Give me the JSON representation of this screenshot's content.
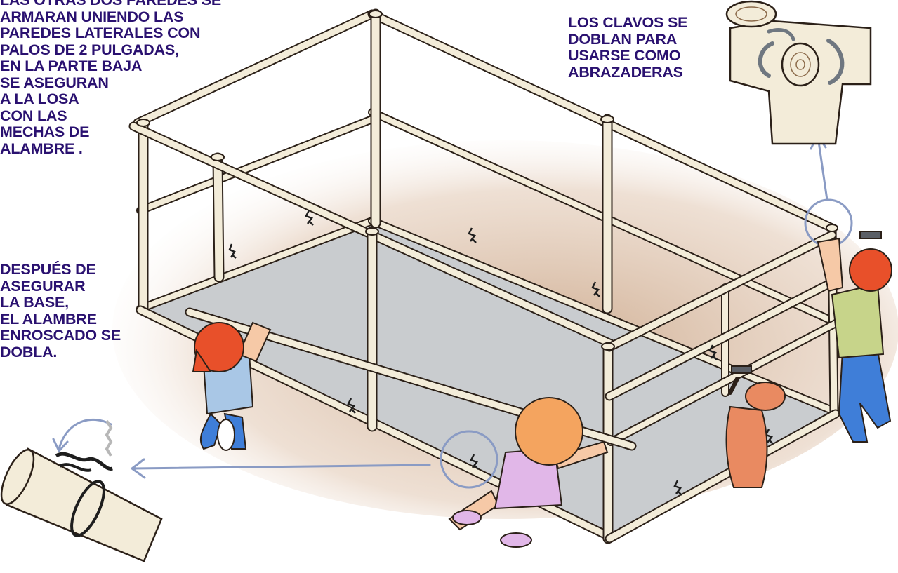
{
  "colors": {
    "text": "#2a1170",
    "pole": "#f3ecd9",
    "pole_outline": "#2b2018",
    "floor": "#c9cccf",
    "shadow": "#c7a080",
    "callout": "#8a9bc4",
    "wire": "#1e1e1e",
    "cap_red": "#e8502a",
    "shirt_blue": "#a9c7e6",
    "pants_blue": "#3f7ed8",
    "shirt_green": "#c7d48a",
    "dress_lilac": "#e1b7e8",
    "hair_orange": "#f4a45f",
    "dog": "#e98a61",
    "skin": "#f6c9a7"
  },
  "captions": {
    "top_left": [
      "LAS OTRAS DOS PAREDES SE",
      "ARMARAN UNIENDO LAS",
      "PAREDES LATERALES CON",
      "PALOS DE 2 PULGADAS,",
      "EN LA PARTE BAJA",
      "SE ASEGURAN",
      "A LA LOSA",
      "CON LAS",
      "MECHAS DE",
      "ALAMBRE ."
    ],
    "middle_left": [
      "DESPUÉS DE",
      "ASEGURAR",
      "LA BASE,",
      "EL ALAMBRE",
      "ENROSCADO SE",
      "DOBLA."
    ],
    "top_right": [
      "LOS CLAVOS SE",
      "DOBLAN PARA",
      "USARSE COMO",
      "ABRAZADERAS"
    ]
  },
  "icons": {
    "curved_arrow": "curved-arrow-icon",
    "straight_arrow": "left-arrow-icon"
  }
}
